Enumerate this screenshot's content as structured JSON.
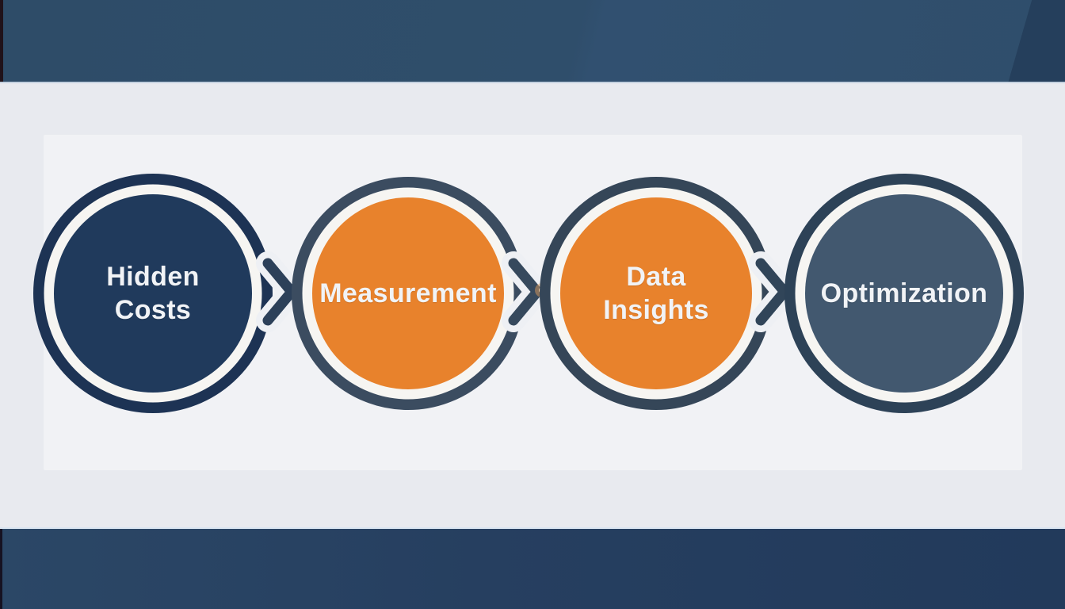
{
  "diagram": {
    "type": "process-flow",
    "flow_order": [
      "Hidden Costs",
      "Measurement",
      "Data Insights",
      "Optimization"
    ],
    "nodes": [
      {
        "name": "hidden-costs",
        "line1": "Hidden",
        "line2": "Costs",
        "fill_color": "#203a5c",
        "ring_color": "#1d3354",
        "text_color": "#f1f3f6"
      },
      {
        "name": "measurement",
        "line1": "Measurement",
        "fill_color": "#e8822c",
        "ring_color": "#3b4c60",
        "text_color": "#f1f3f6"
      },
      {
        "name": "data-insights",
        "line1": "Data",
        "line2": "Insights",
        "fill_color": "#e8822c",
        "ring_color": "#354658",
        "text_color": "#f1f3f6"
      },
      {
        "name": "optimization",
        "line1": "Optimization",
        "fill_color": "#42586f",
        "ring_color": "#2d4257",
        "text_color": "#f1f3f6"
      }
    ],
    "connectors": [
      {
        "from": "hidden-costs",
        "to": "measurement",
        "style": "chevron-right",
        "color": "#2c4059"
      },
      {
        "from": "measurement",
        "to": "data-insights",
        "style": "chevron-right",
        "color": "#36495d"
      },
      {
        "from": "data-insights",
        "to": "optimization",
        "style": "chevron-right",
        "color": "#314559"
      }
    ],
    "styling": {
      "inner_ring_color": "#f6f5f2",
      "top_band_color": "#2f4e6b",
      "top_band_wedge_color": "#253f5c",
      "bottom_band_color": "#243d5f",
      "canvas_color": "#e8eaef"
    }
  }
}
